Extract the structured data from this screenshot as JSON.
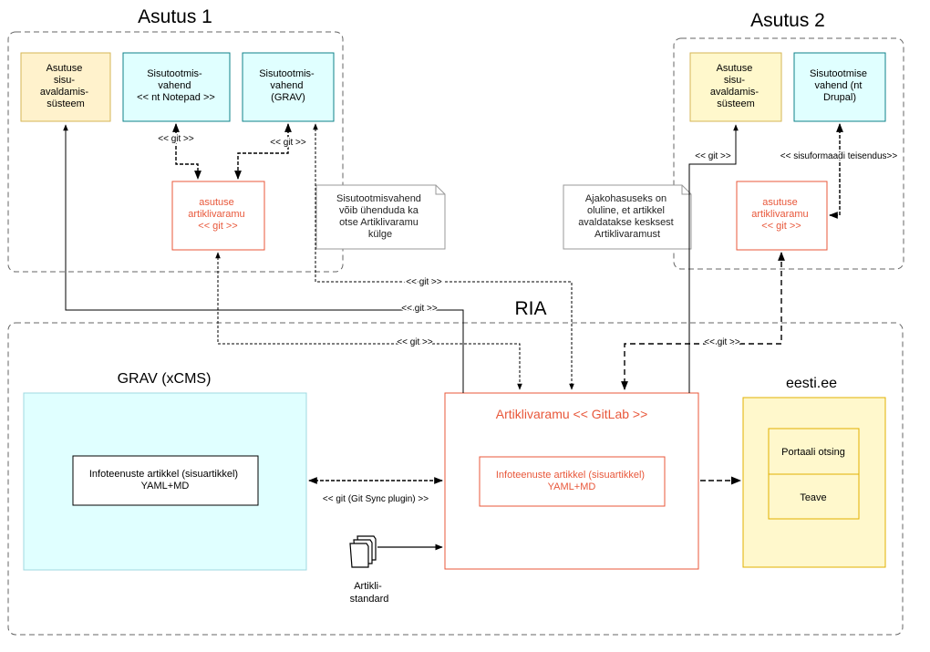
{
  "colors": {
    "yellow_fill": "#fff2cc",
    "yellow_stroke": "#d6b656",
    "cyan_fill": "#e0ffff",
    "cyan_stroke": "#0e8088",
    "red_stroke": "#e8573a",
    "red_text": "#e8573a",
    "lightcyan_fill": "#e0ffff",
    "lightcyan_stroke": "#9fd8e0",
    "eesti_fill": "#fff8cc",
    "eesti_stroke": "#e0b000",
    "note_stroke": "#999999",
    "dash_stroke": "#666666"
  },
  "asutus1": {
    "title": "Asutus 1",
    "publish_system": [
      "Asutuse",
      "sisu-",
      "avaldamis-",
      "süsteem"
    ],
    "tool_notepad": [
      "Sisutootmis-",
      "vahend",
      "<< nt Notepad >>"
    ],
    "tool_grav": [
      "Sisutootmis-",
      "vahend",
      "(GRAV)"
    ],
    "repo": [
      "asutuse",
      "artiklivaramu",
      "<< git >>"
    ],
    "git_left": "<< git >>",
    "git_right": "<< git >>"
  },
  "asutus2": {
    "title": "Asutus 2",
    "publish_system": [
      "Asutuse",
      "sisu-",
      "avaldamis-",
      "süsteem"
    ],
    "tool_drupal": [
      "Sisutootmise",
      "vahend (nt",
      "Drupal)"
    ],
    "repo": [
      "asutuse",
      "artiklivaramu",
      "<< git >>"
    ],
    "git_left": "<< git >>",
    "format_conv": "<< sisuformaadi teisendus>>"
  },
  "notes": {
    "note1": [
      "Sisutootmisvahend",
      "võib ühenduda ka",
      "otse Artiklivaramu",
      "külge"
    ],
    "note2": [
      "Ajakohasuseks on",
      "oluline, et artikkel",
      "avaldatakse kesksest",
      "Artiklivaramust"
    ]
  },
  "connectors": {
    "git_top": "<< git >>",
    "git_mid": "<< git >>",
    "git_low": "<< git >>",
    "git_right": "<< git >>",
    "git_sync": "<< git (Git Sync plugin) >>"
  },
  "ria": {
    "title": "RIA",
    "grav_title": "GRAV (xCMS)",
    "grav_article": [
      "Infoteenuste artikkel (sisuartikkel)",
      "YAML+MD"
    ],
    "gitlab_title": "Artiklivaramu << GitLab >>",
    "gitlab_article": [
      "Infoteenuste artikkel (sisuartikkel)",
      "YAML+MD"
    ],
    "standard": [
      "Artikli-",
      "standard"
    ],
    "eesti_title": "eesti.ee",
    "eesti_search": "Portaali otsing",
    "eesti_info": "Teave"
  }
}
